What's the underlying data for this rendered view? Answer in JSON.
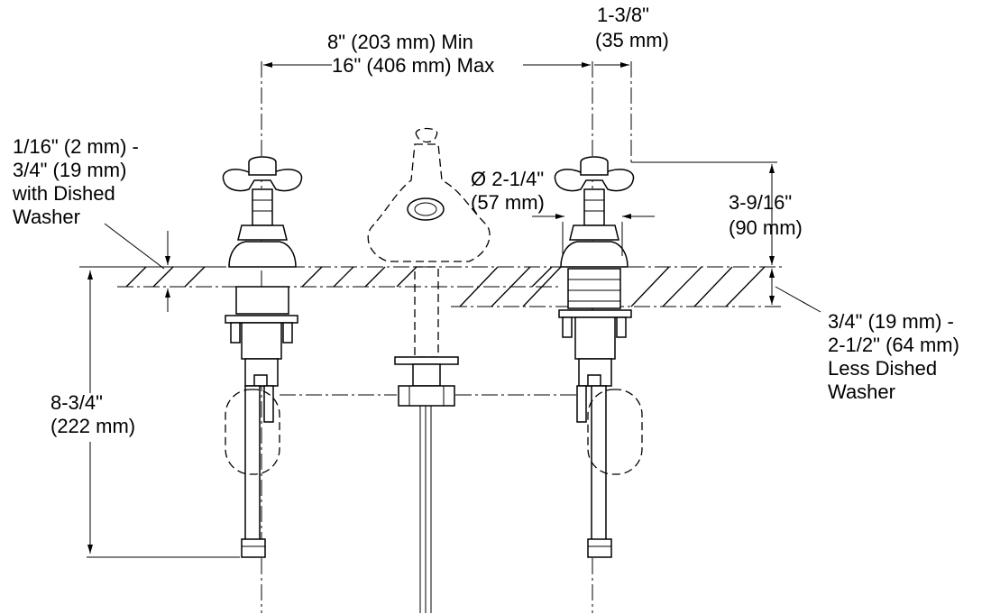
{
  "dimensions": {
    "spread_min": "8\" (203 mm) Min",
    "spread_max": "16\" (406 mm) Max",
    "handle_offset_1": "1-3/8\"",
    "handle_offset_2": "(35 mm)",
    "deck_thin_1": "1/16\" (2 mm) -",
    "deck_thin_2": "3/4\" (19 mm)",
    "deck_thin_3": "with Dished",
    "deck_thin_4": "Washer",
    "escutcheon_dia_1": "Ø 2-1/4\"",
    "escutcheon_dia_2": "(57 mm)",
    "handle_height_1": "3-9/16\"",
    "handle_height_2": "(90 mm)",
    "deck_thick_1": "3/4\" (19 mm) -",
    "deck_thick_2": "2-1/2\" (64 mm)",
    "deck_thick_3": "Less Dished",
    "deck_thick_4": "Washer",
    "valve_length_1": "8-3/4\"",
    "valve_length_2": "(222 mm)"
  },
  "colors": {
    "ink": "#000000",
    "paper": "#ffffff"
  }
}
